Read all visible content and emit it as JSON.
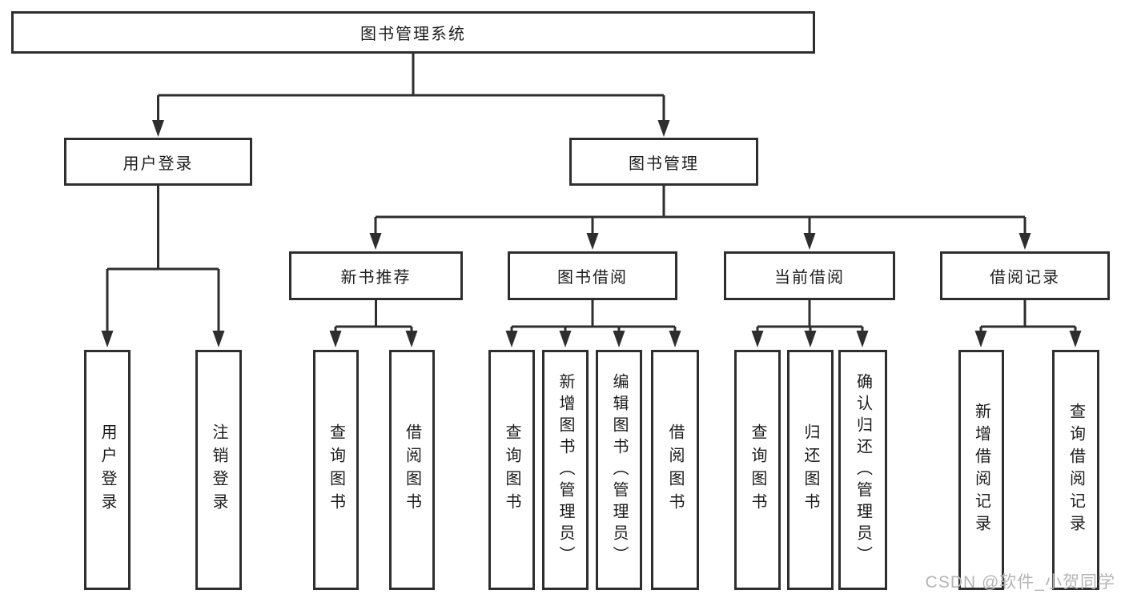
{
  "diagram_title": "图书管理系统",
  "tree": {
    "root": "图书管理系统",
    "children": [
      {
        "label": "用户登录",
        "children": [
          "用户登录",
          "注销登录"
        ]
      },
      {
        "label": "图书管理",
        "children": [
          {
            "label": "新书推荐",
            "children": [
              "查询图书",
              "借阅图书"
            ]
          },
          {
            "label": "图书借阅",
            "children": [
              "查询图书",
              "新增图书（管理员）",
              "编辑图书（管理员）",
              "借阅图书"
            ]
          },
          {
            "label": "当前借阅",
            "children": [
              "查询图书",
              "归还图书",
              "确认归还（管理员）"
            ]
          },
          {
            "label": "借阅记录",
            "children": [
              "新增借阅记录",
              "查询借阅记录"
            ]
          }
        ]
      }
    ]
  },
  "watermark": "CSDN @软件_小贺同学",
  "colors": {
    "line": "#2e2e2e",
    "text": "#1c1c1c",
    "watermark": "#b5b5b5",
    "background": "#ffffff"
  }
}
